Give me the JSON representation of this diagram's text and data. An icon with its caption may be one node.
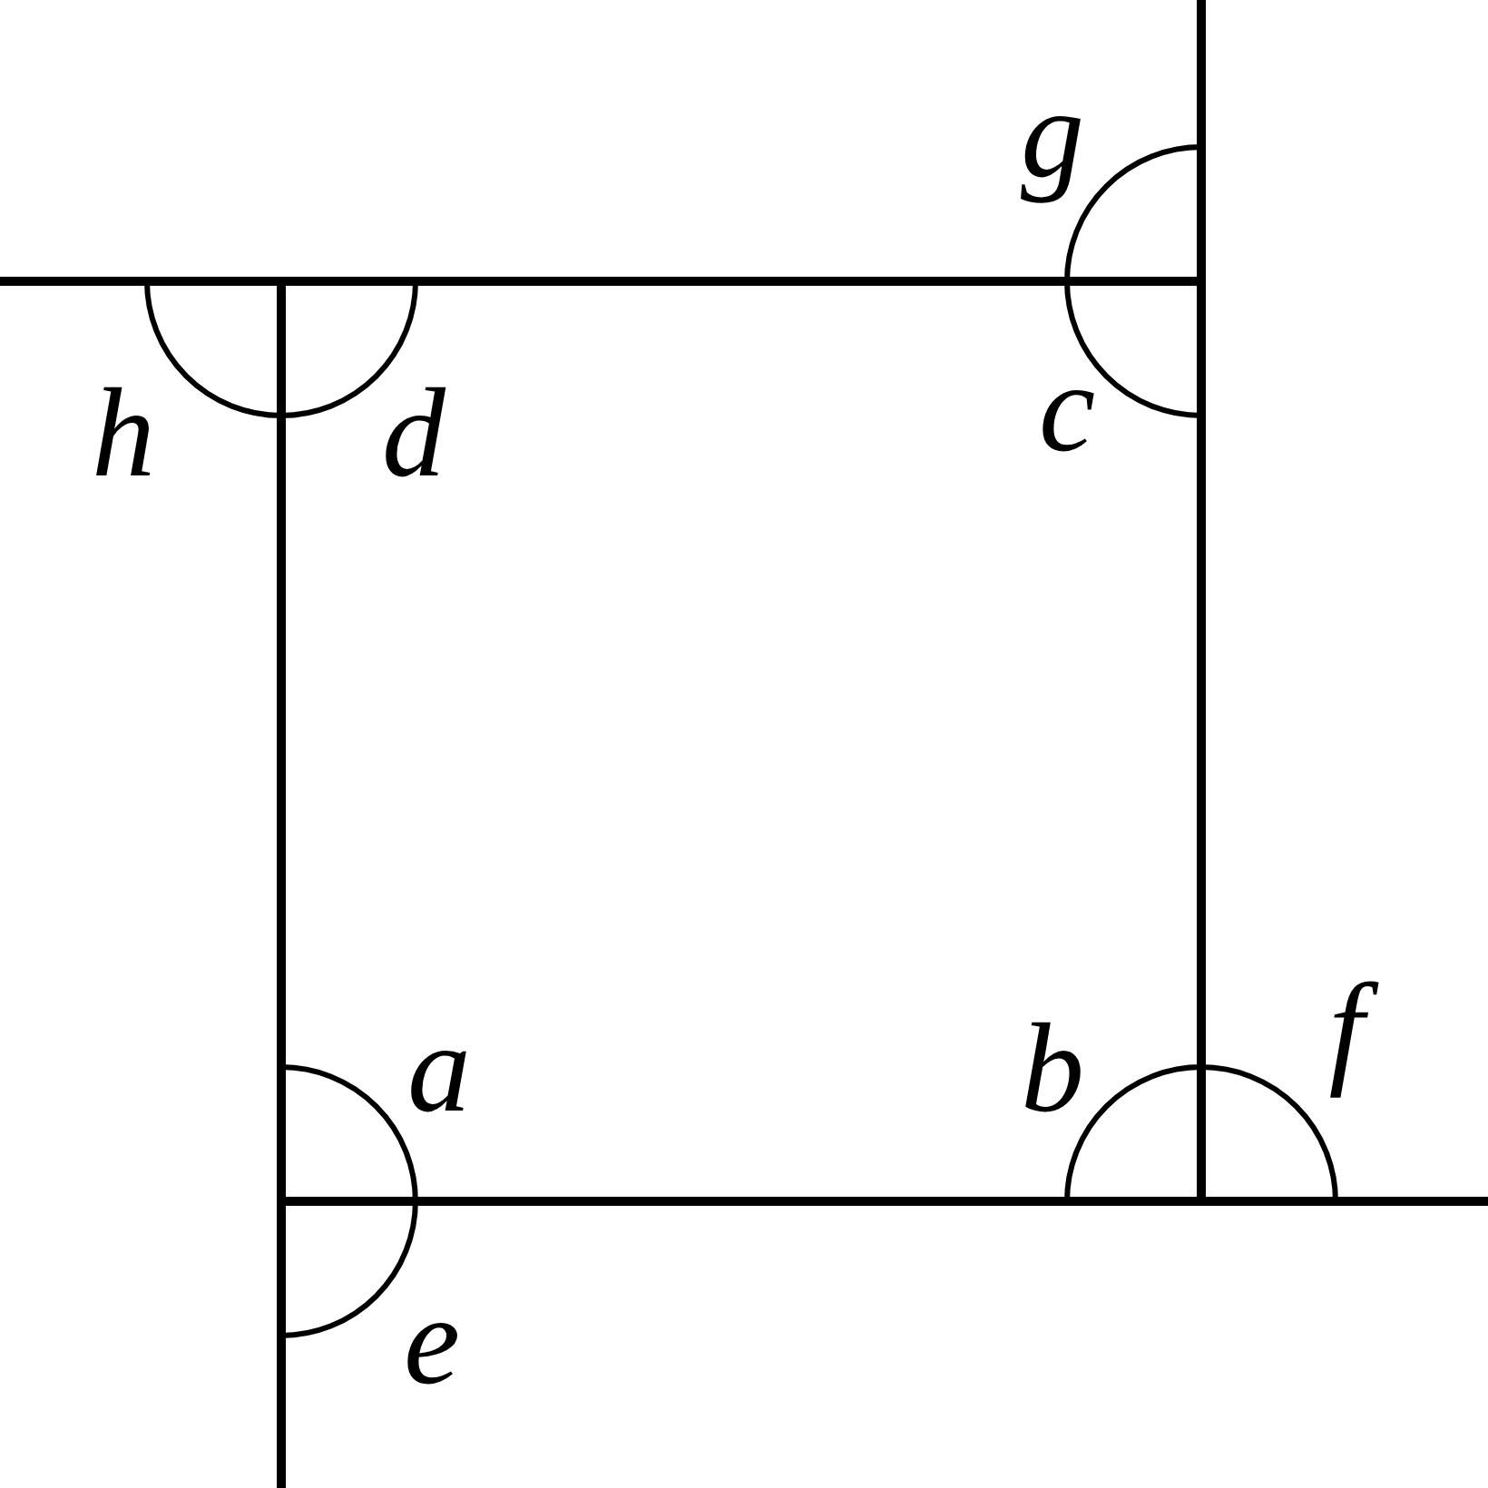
{
  "diagram": {
    "labels": [
      "g",
      "h",
      "d",
      "c",
      "a",
      "b",
      "f",
      "e"
    ]
  }
}
